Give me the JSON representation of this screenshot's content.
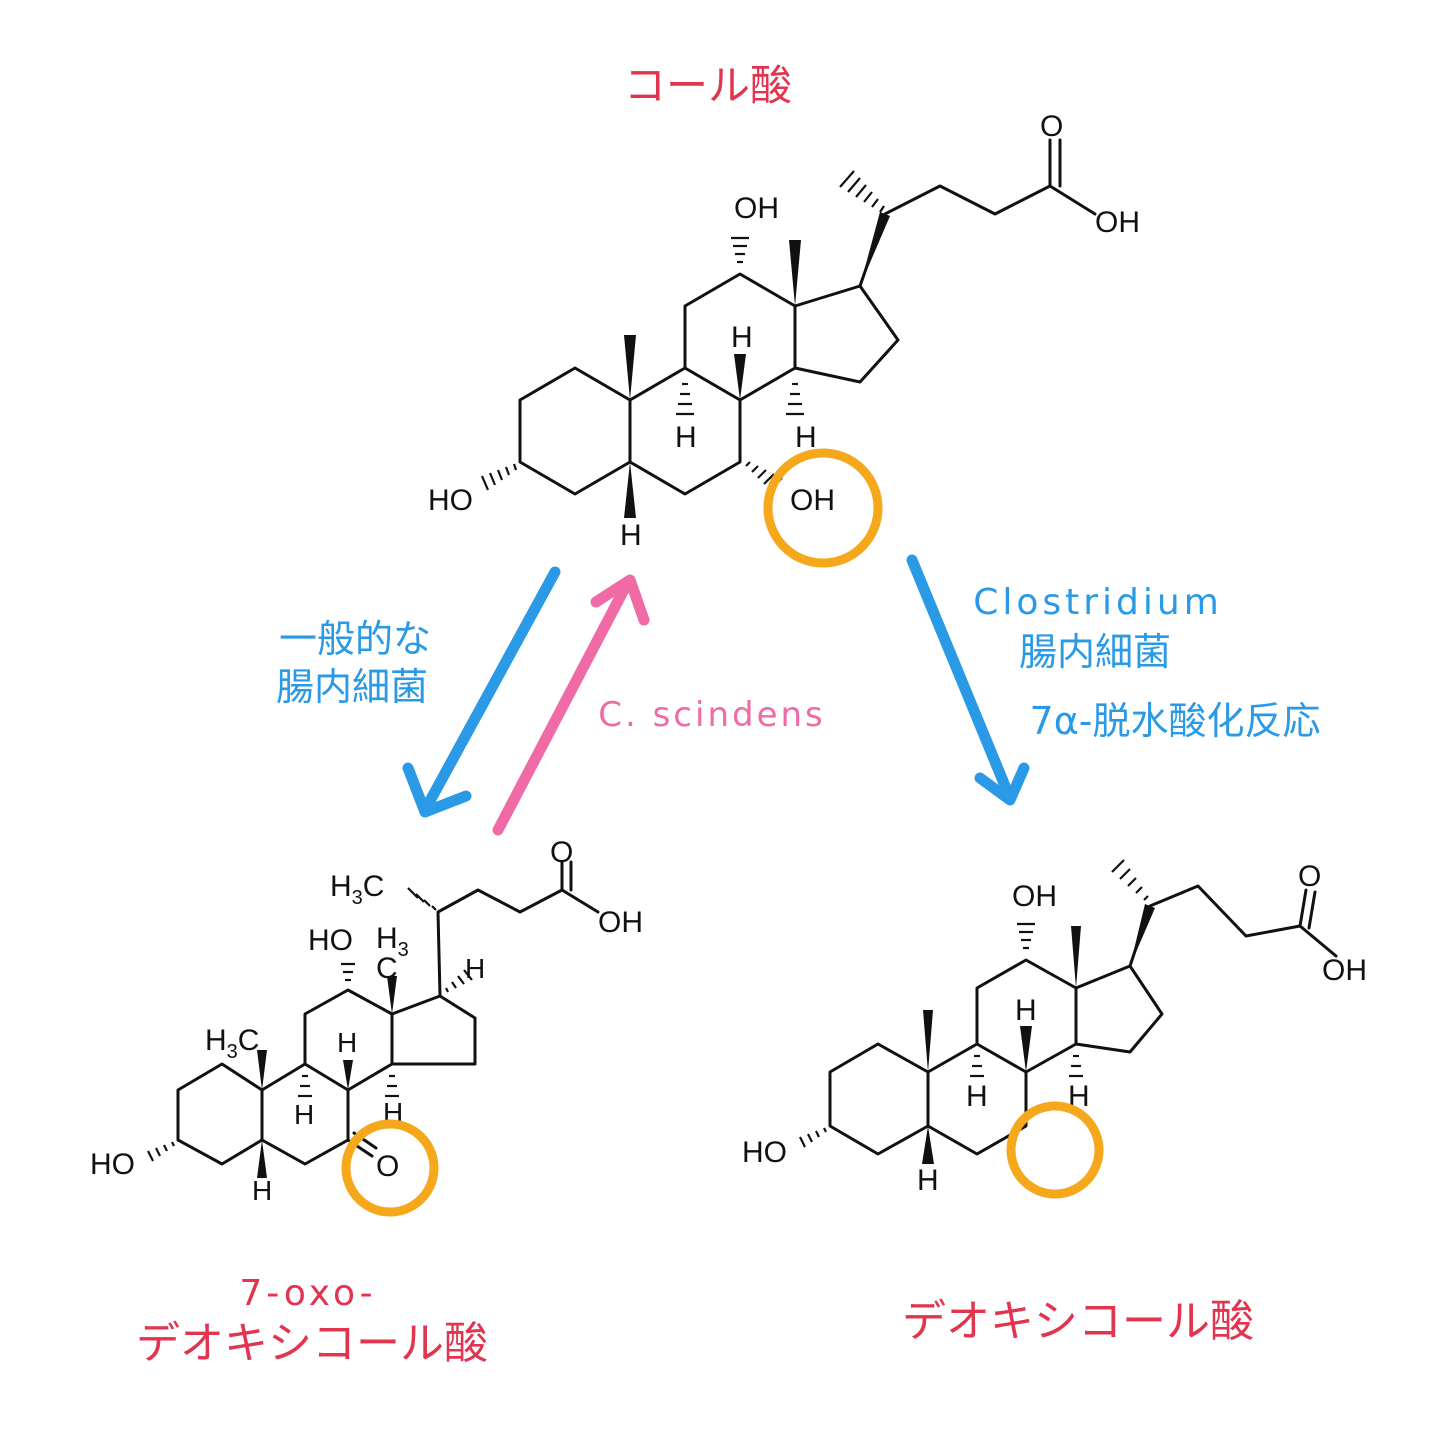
{
  "colors": {
    "title_red": "#e0344f",
    "arrow_blue": "#2b9ae6",
    "arrow_pink": "#f06aa6",
    "highlight_orange": "#f5a81c",
    "bond": "#111111"
  },
  "labels": {
    "top_title": "コール酸",
    "left_arrow_line1": "一般的な",
    "left_arrow_line2": "腸内細菌",
    "mid_arrow": "C. scindens",
    "right_arrow_line1": "Clostridium",
    "right_arrow_line2": "腸内細菌",
    "right_arrow_line3": "7α-脱水酸化反応",
    "bottom_left_line1": "7-oxo-",
    "bottom_left_line2": "デオキシコール酸",
    "bottom_right": "デオキシコール酸"
  },
  "atoms": {
    "oh": "OH",
    "ho": "HO",
    "o": "O",
    "h": "H",
    "h3c": "H3C",
    "h3": "H3",
    "c": "C",
    "sub3": "3",
    "hcap": "H"
  }
}
